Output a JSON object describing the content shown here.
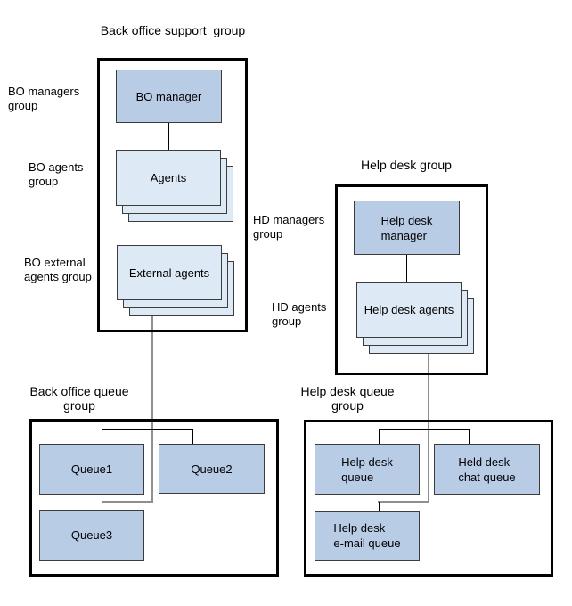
{
  "diagram": {
    "titles": {
      "bo_support": "Back office support  group",
      "help_desk": "Help desk group",
      "bo_queue": "Back office queue\ngroup",
      "hd_queue": "Help desk queue\ngroup"
    },
    "side_labels": {
      "bo_managers": "BO managers\ngroup",
      "bo_agents": "BO agents\ngroup",
      "bo_external": "BO external\nagents group",
      "hd_managers": "HD managers\ngroup",
      "hd_agents": "HD agents\ngroup"
    },
    "nodes": {
      "bo_manager": "BO manager",
      "agents": "Agents",
      "external_agents": "External agents",
      "hd_manager": "Help desk\nmanager",
      "hd_agents": "Help desk agents",
      "queue1": "Queue1",
      "queue2": "Queue2",
      "queue3": "Queue3",
      "hd_queue": "Help desk\nqueue",
      "hd_chat_queue": "Held desk\nchat queue",
      "hd_email_queue": "Help desk\ne-mail queue"
    },
    "colors": {
      "node_fill": "#b9cce6",
      "stack_fill": "#dee9f6",
      "node_border": "#3c3c3c",
      "container_border": "#000000",
      "connector_black": "#000000",
      "connector_gray": "#8f8f8f"
    }
  }
}
